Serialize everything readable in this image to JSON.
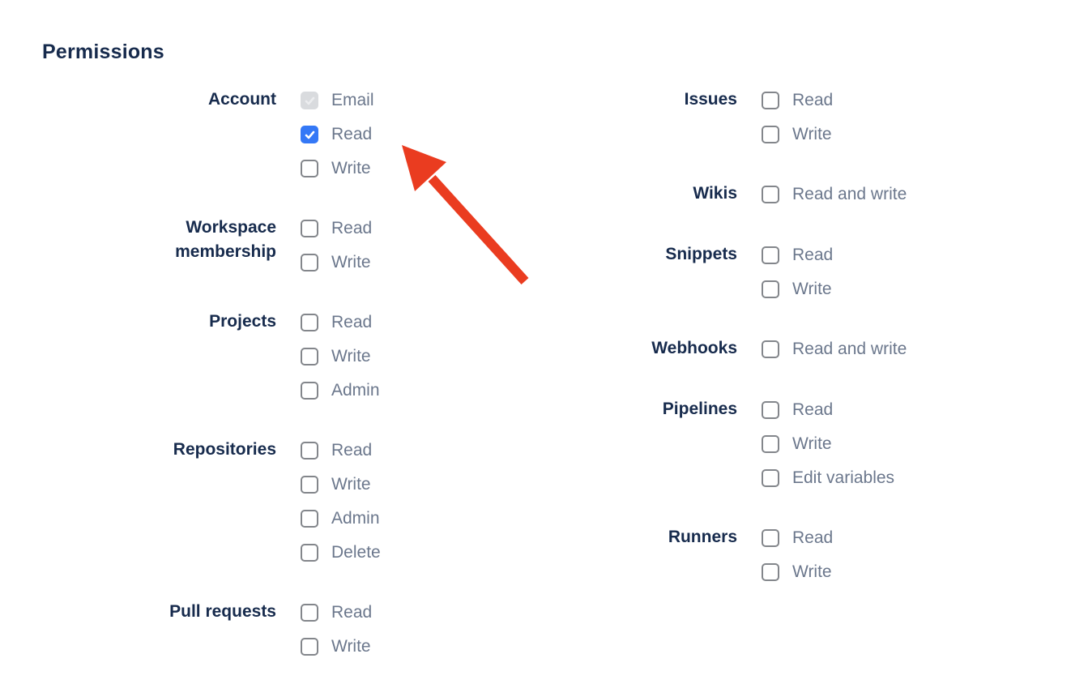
{
  "page": {
    "title": "Permissions"
  },
  "colors": {
    "heading_navy": "#172B4D",
    "option_label_gray": "#6B778C",
    "checkbox_checked_blue": "#3478F6",
    "checkbox_border_gray": "#83868B",
    "checkbox_disabled_bg": "#D9DBDE",
    "checkbox_disabled_check": "#ECEDEF",
    "arrow_red": "#EA3C20"
  },
  "permissions": {
    "left": [
      {
        "group": "Account",
        "options": [
          {
            "label": "Email",
            "checked": true,
            "disabled": true
          },
          {
            "label": "Read",
            "checked": true,
            "disabled": false
          },
          {
            "label": "Write",
            "checked": false,
            "disabled": false
          }
        ]
      },
      {
        "group": "Workspace membership",
        "options": [
          {
            "label": "Read",
            "checked": false,
            "disabled": false
          },
          {
            "label": "Write",
            "checked": false,
            "disabled": false
          }
        ]
      },
      {
        "group": "Projects",
        "options": [
          {
            "label": "Read",
            "checked": false,
            "disabled": false
          },
          {
            "label": "Write",
            "checked": false,
            "disabled": false
          },
          {
            "label": "Admin",
            "checked": false,
            "disabled": false
          }
        ]
      },
      {
        "group": "Repositories",
        "options": [
          {
            "label": "Read",
            "checked": false,
            "disabled": false
          },
          {
            "label": "Write",
            "checked": false,
            "disabled": false
          },
          {
            "label": "Admin",
            "checked": false,
            "disabled": false
          },
          {
            "label": "Delete",
            "checked": false,
            "disabled": false
          }
        ]
      },
      {
        "group": "Pull requests",
        "options": [
          {
            "label": "Read",
            "checked": false,
            "disabled": false
          },
          {
            "label": "Write",
            "checked": false,
            "disabled": false
          }
        ]
      }
    ],
    "right": [
      {
        "group": "Issues",
        "options": [
          {
            "label": "Read",
            "checked": false,
            "disabled": false
          },
          {
            "label": "Write",
            "checked": false,
            "disabled": false
          }
        ]
      },
      {
        "group": "Wikis",
        "options": [
          {
            "label": "Read and write",
            "checked": false,
            "disabled": false
          }
        ]
      },
      {
        "group": "Snippets",
        "options": [
          {
            "label": "Read",
            "checked": false,
            "disabled": false
          },
          {
            "label": "Write",
            "checked": false,
            "disabled": false
          }
        ]
      },
      {
        "group": "Webhooks",
        "options": [
          {
            "label": "Read and write",
            "checked": false,
            "disabled": false
          }
        ]
      },
      {
        "group": "Pipelines",
        "options": [
          {
            "label": "Read",
            "checked": false,
            "disabled": false
          },
          {
            "label": "Write",
            "checked": false,
            "disabled": false
          },
          {
            "label": "Edit variables",
            "checked": false,
            "disabled": false
          }
        ]
      },
      {
        "group": "Runners",
        "options": [
          {
            "label": "Read",
            "checked": false,
            "disabled": false
          },
          {
            "label": "Write",
            "checked": false,
            "disabled": false
          }
        ]
      }
    ]
  },
  "annotation": {
    "arrow_color": "#EA3C20"
  }
}
